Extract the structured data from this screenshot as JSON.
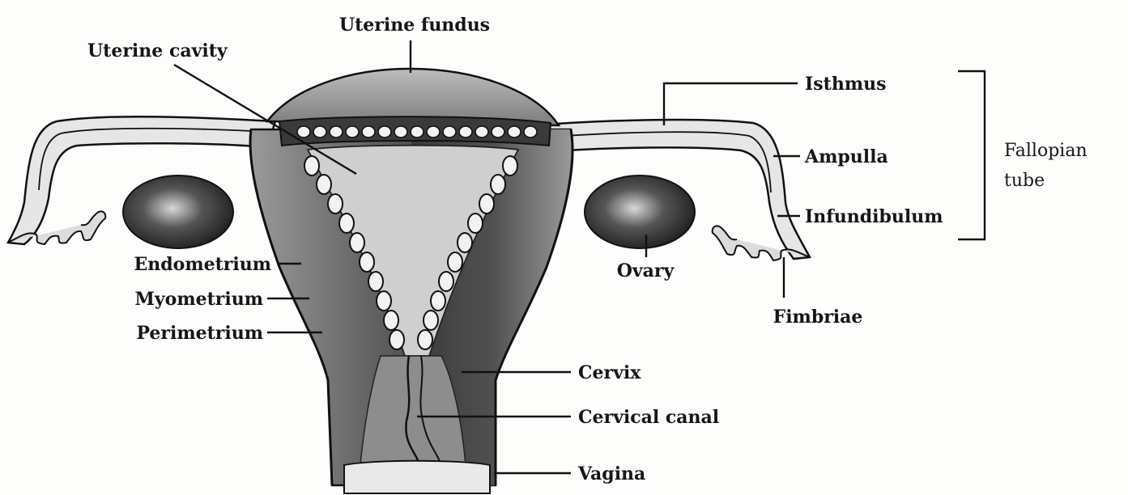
{
  "labels": {
    "uterine_fundus": "Uterine fundus",
    "uterine_cavity": "Uterine cavity",
    "isthmus": "Isthmus",
    "ampulla": "Ampulla",
    "infundibulum": "Infundibulum",
    "fallopian_tube_line1": "Fallopian",
    "fallopian_tube_line2": "tube",
    "ovary": "Ovary",
    "fimbriae": "Fimbriae",
    "endometrium": "Endometrium",
    "myometrium": "Myometrium",
    "perimetrium": "Perimetrium",
    "cervix": "Cervix",
    "cervical_canal": "Cervical canal",
    "vagina": "Vagina"
  },
  "colors": {
    "ink": "#161616",
    "background": "#fdfdfb",
    "muscle_dark": "#4a4a4a",
    "muscle_mid": "#7a7a7a",
    "cavity_light": "#c9c9c9",
    "ovary": "#2b2b2b"
  }
}
